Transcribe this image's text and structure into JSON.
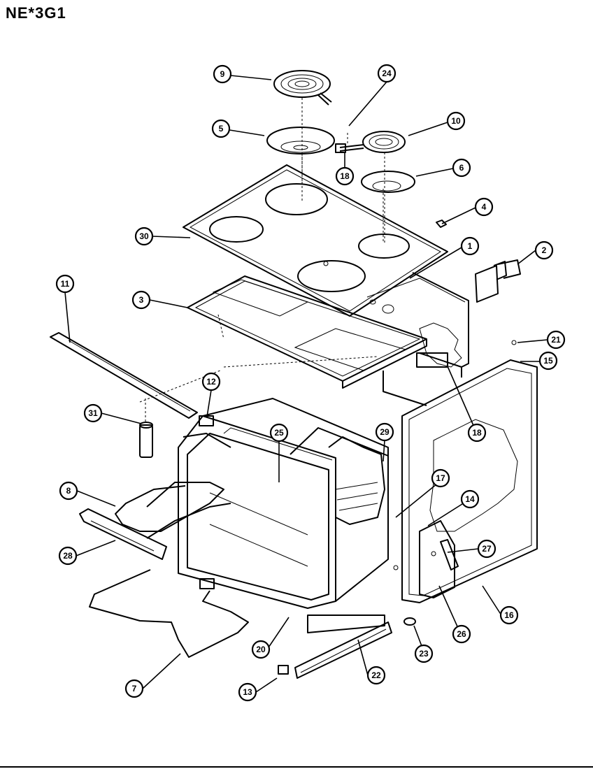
{
  "title": "NE*3G1",
  "callouts": {
    "c9": "9",
    "c24": "24",
    "c5": "5",
    "c10": "10",
    "c18a": "18",
    "c6": "6",
    "c4": "4",
    "c30": "30",
    "c1": "1",
    "c2": "2",
    "c11": "11",
    "c3": "3",
    "c21": "21",
    "c15": "15",
    "c12": "12",
    "c31": "31",
    "c25": "25",
    "c29": "29",
    "c18b": "18",
    "c8": "8",
    "c17": "17",
    "c14": "14",
    "c28": "28",
    "c27": "27",
    "c16": "16",
    "c26": "26",
    "c20": "20",
    "c23": "23",
    "c7": "7",
    "c22": "22",
    "c13": "13"
  }
}
